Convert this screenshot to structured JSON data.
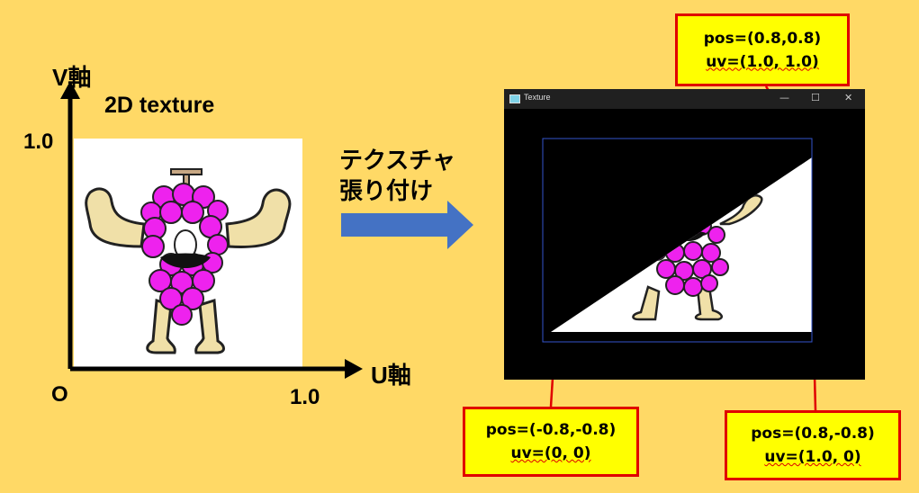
{
  "axes": {
    "v_label": "V軸",
    "u_label": "U軸",
    "origin": "O",
    "v_max": "1.0",
    "u_max": "1.0",
    "title": "2D texture"
  },
  "arrow_text": {
    "line1": "テクスチャ",
    "line2": "張り付け"
  },
  "window": {
    "title": "Texture",
    "minimize": "—",
    "maximize": "☐",
    "close": "✕"
  },
  "callouts": {
    "top_right": {
      "pos": "pos=(0.8,0.8)",
      "uv": "uv=(1.0, 1.0)"
    },
    "bottom_left": {
      "pos": "pos=(-0.8,-0.8)",
      "uv": "uv=(0, 0)"
    },
    "bottom_right": {
      "pos": "pos=(0.8,-0.8)",
      "uv": "uv=(1.0, 0)"
    }
  },
  "colors": {
    "background": "#ffd966",
    "arrow_blue": "#4472c4",
    "callout_fill": "#ffff00",
    "callout_border": "#e00000",
    "grape": "#ee22ee",
    "arm": "#f0e0a8"
  }
}
